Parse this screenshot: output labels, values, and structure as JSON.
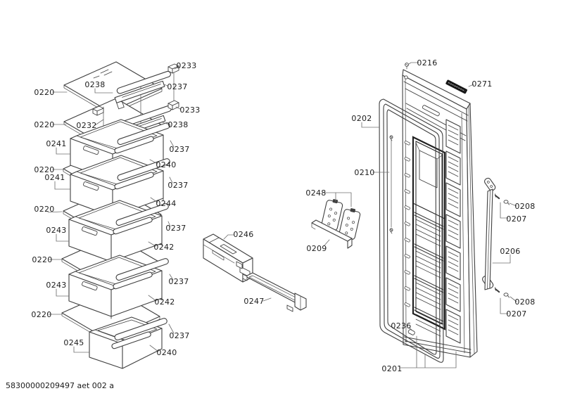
{
  "page": {
    "background": "#ffffff"
  },
  "colors": {
    "line": "#3f3f3f",
    "dark_frame": "#212121",
    "leader": "#707070",
    "label_text": "#1b1b1b",
    "logo_plate": "#181818"
  },
  "footer": {
    "doc_number": "58300000209497 aet 002 a"
  },
  "part_labels": [
    "0233",
    "0238",
    "0220",
    "0237",
    "0233",
    "0220",
    "0232",
    "0238",
    "0241",
    "0237",
    "0220",
    "0240",
    "0241",
    "0237",
    "0244",
    "0220",
    "0243",
    "0237",
    "0242",
    "0220",
    "0243",
    "0237",
    "0242",
    "0220",
    "0245",
    "0237",
    "0240",
    "0246",
    "0247",
    "0216",
    "0271",
    "0202",
    "0210",
    "0248",
    "0208",
    "0207",
    "0209",
    "0206",
    "0208",
    "0207",
    "0236",
    "0201"
  ]
}
